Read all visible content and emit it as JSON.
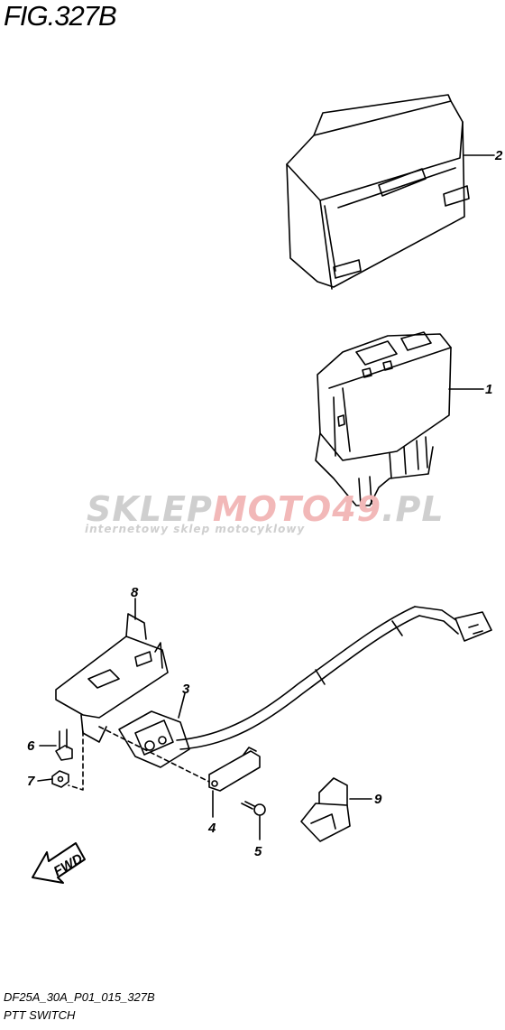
{
  "figure": {
    "title": "FIG.327B",
    "code": "DF25A_30A_P01_015_327B",
    "name": "PTT SWITCH"
  },
  "callouts": [
    "2",
    "1",
    "8",
    "3",
    "6",
    "7",
    "4",
    "5",
    "9"
  ],
  "watermark": {
    "brand_part1": "SKLEP",
    "brand_part2": "MOTO",
    "brand_part3": "49",
    "brand_part4": ".PL",
    "tagline": "internetowy sklep motocyklowy",
    "color_gray": "#cfcfcf",
    "color_red": "#f2b8b8"
  },
  "fwd_arrow": {
    "label": "FWD"
  }
}
